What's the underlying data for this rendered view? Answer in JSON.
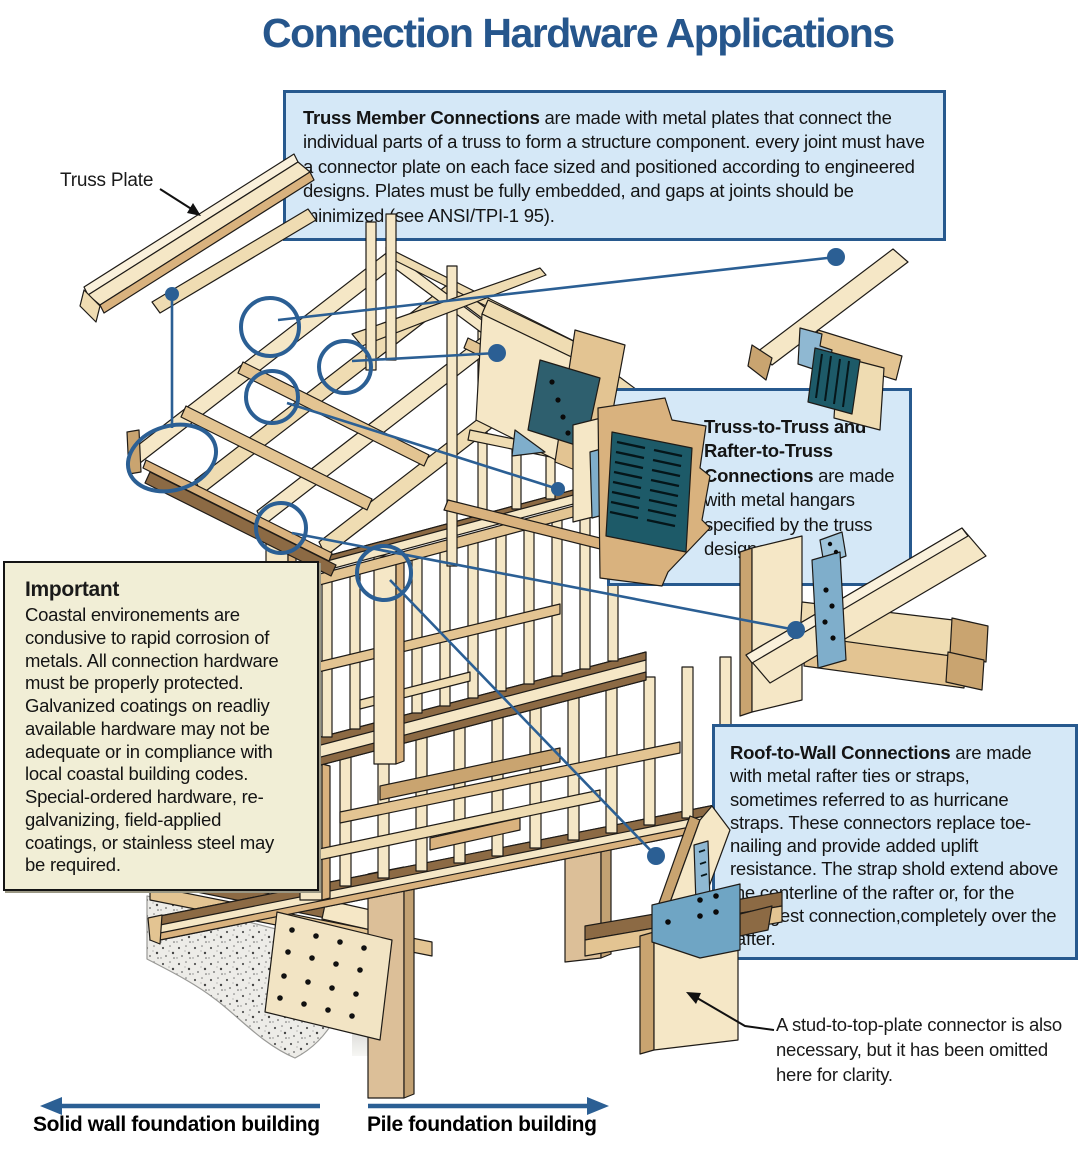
{
  "title": "Connection Hardware Applications",
  "colors": {
    "title_blue": "#26568C",
    "accent_blue": "#2B5F94",
    "callout_bg": "#D5E8F7",
    "callout_border": "#27598E",
    "important_bg": "#F1EED6",
    "wood_light": "#F5E7C6",
    "wood_tan": "#E3C492",
    "wood_brown": "#8C6A44",
    "metal_teal": "#1D5A68",
    "metal_blue": "#7FAECB",
    "concrete_gray": "#EDECE8"
  },
  "callouts": {
    "truss_member": {
      "lead": "Truss Member Connections",
      "body": " are made with metal plates that connect the individual parts of a truss to form a structure component. every joint must have a connector plate on each face sized and positioned according to engineered designs. Plates must be fully embedded, and gaps at joints should be minimized (see ANSI/TPI-1 95)."
    },
    "truss_to_truss": {
      "lead": "Truss-to-Truss and Rafter-to-Truss Connections",
      "body": " are made with metal hangars specified by the truss designer."
    },
    "important": {
      "heading": "Important",
      "body": "Coastal environements are condusive to rapid corrosion of metals. All connection hardware must be properly protected. Galvanized coatings on readliy available hardware may not be adequate or in compliance with local coastal building codes. Special-ordered hardware, re-galvanizing, field-applied coatings, or stainless steel may be required."
    },
    "roof_to_wall": {
      "lead": "Roof-to-Wall Connections",
      "body": " are made with metal rafter  ties or straps, sometimes referred to as hurricane straps. These connectors replace toe-nailing and provide added uplift resistance. The strap shold extend above the centerline of the rafter or, for the strongest connection,completely over the rafter."
    }
  },
  "labels": {
    "truss_plate": "Truss Plate",
    "stud_note": "A stud-to-top-plate connector is also necessary, but it has been omitted here for clarity.",
    "foundation_left": "Solid wall foundation building",
    "foundation_right": "Pile foundation building"
  }
}
